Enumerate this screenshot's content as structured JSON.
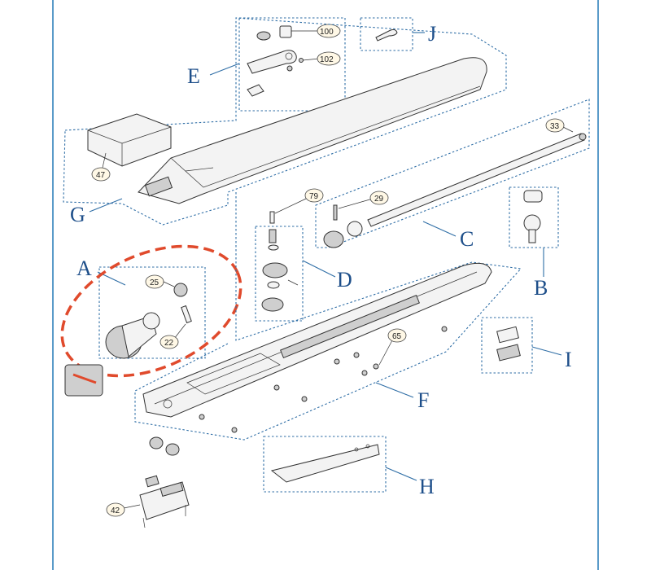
{
  "group_labels": {
    "A": "A",
    "B": "B",
    "C": "C",
    "D": "D",
    "E": "E",
    "F": "F",
    "G": "G",
    "H": "H",
    "I": "I",
    "J": "J"
  },
  "part_numbers": {
    "p100": "100",
    "p102": "102",
    "p33": "33",
    "p47": "47",
    "p79": "79",
    "p29": "29",
    "p25": "25",
    "p22": "22",
    "p65": "65",
    "p42": "42"
  },
  "colors": {
    "group_outline": "#2f6ea6",
    "label_text": "#1e4f8a",
    "highlight_dash": "#e04a2c",
    "page_border": "#5a9bc9"
  }
}
